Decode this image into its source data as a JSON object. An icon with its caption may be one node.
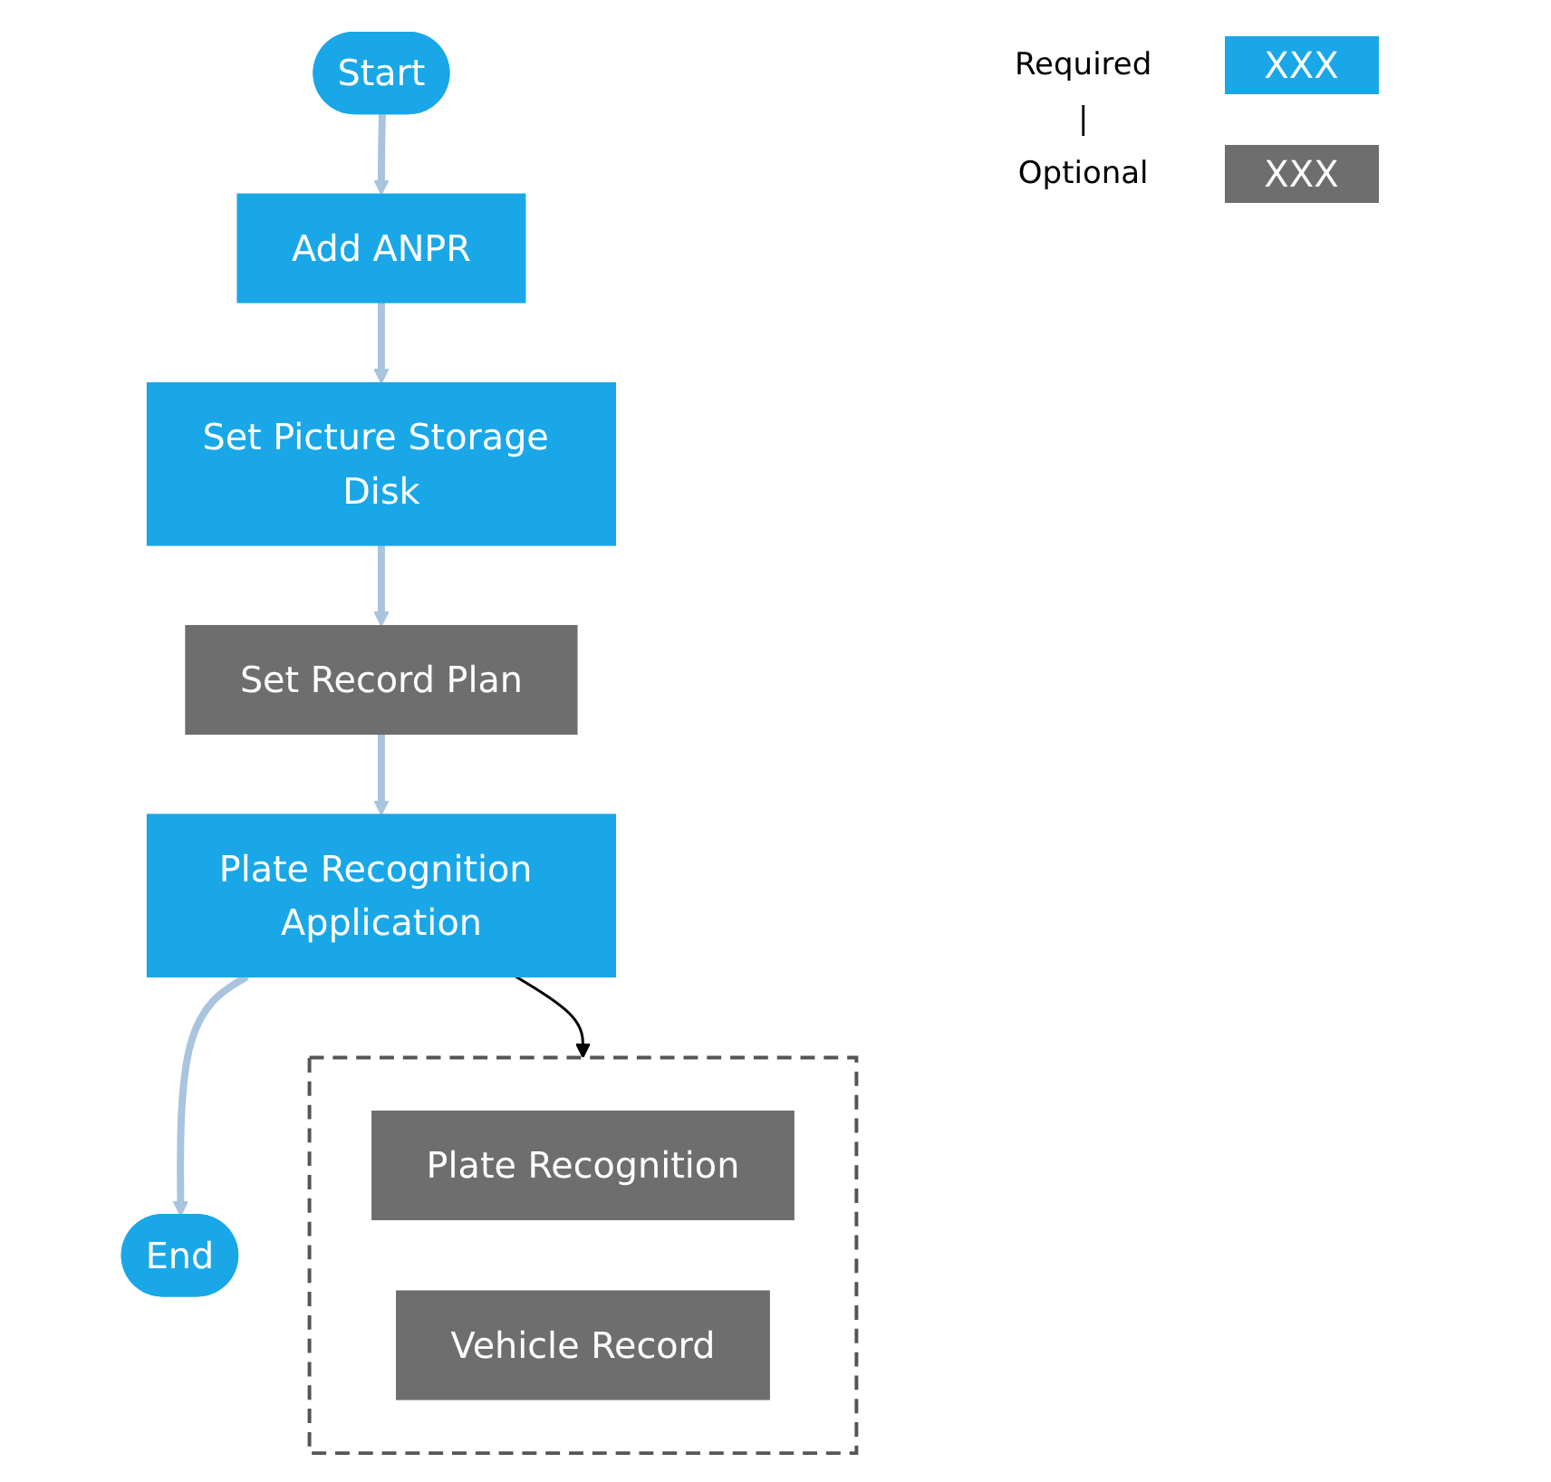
{
  "diagram": {
    "nodes": [
      {
        "text": [
          "Start"
        ]
      },
      {
        "text": [
          "Add ANPR"
        ]
      },
      {
        "text": [
          "Set Picture Storage Disk"
        ]
      },
      {
        "text": [
          "Set Record Plan"
        ]
      },
      {
        "text": [
          "Plate Recognition Application"
        ]
      },
      {
        "text": [],
        "shape": "box"
      },
      {
        "text": [
          "Plate Recognition"
        ],
        "in": 5
      },
      {
        "text": [
          "Vehicle Record"
        ],
        "in": 5
      },
      {
        "text": [
          "End"
        ]
      }
    ],
    "edges": [
      {
        "from": 0,
        "to": 1,
        "arrow": "to"
      },
      {
        "from": 1,
        "to": 2,
        "arrow": "to"
      },
      {
        "from": 2,
        "to": 3,
        "arrow": "to"
      },
      {
        "from": 3,
        "to": 4,
        "arrow": "to"
      },
      {
        "from": 4,
        "to": 5,
        "arrow": "to",
        "color": "#000000"
      },
      {
        "from": 4,
        "to": 8,
        "arrow": "to"
      }
    ],
    "labels": [
      "|",
      "XXX",
      "XXX"
    ],
    "legend": [
      {
        "text": "Required",
        "color": "#1aa7e8"
      },
      {
        "text": "Optional",
        "color": "#6e6e6e"
      }
    ]
  }
}
